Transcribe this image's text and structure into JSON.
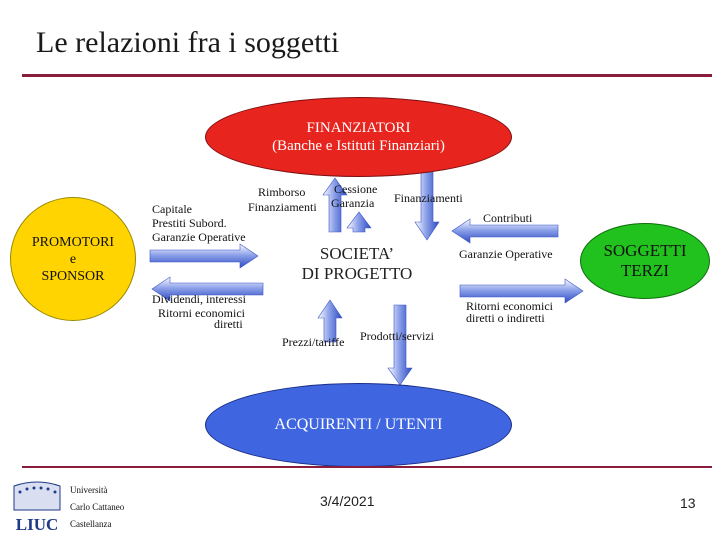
{
  "header": {
    "title": "Le relazioni fra i soggetti"
  },
  "nodes": {
    "finanziatori": {
      "line1": "FINANZIATORI",
      "line2": "(Banche e Istituti Finanziari)"
    },
    "promotori": {
      "line1": "PROMOTORI",
      "line2": "e",
      "line3": "SPONSOR"
    },
    "soggetti_terzi": {
      "line1": "SOGGETTI",
      "line2": "TERZI"
    },
    "acquirenti": {
      "label": "ACQUIRENTI / UTENTI"
    },
    "spv": {
      "line1": "SOCIETA’",
      "line2": "DI PROGETTO"
    }
  },
  "labels": {
    "rimborso": "Rimborso",
    "finanziamenti_left": "Finanziamenti",
    "cessione": "Cessione",
    "garanzia": "Garanzia",
    "finanziamenti_right": "Finanziamenti",
    "capitale": "Capitale",
    "prestiti": "Prestiti Subord.",
    "garanzie_operative_left": "Garanzie Operative",
    "dividendi": "Dividendi, interessi",
    "ritorni_left_1": "Ritorni economici",
    "ritorni_left_2": "diretti",
    "contributi": "Contributi",
    "garanzie_operative_right": "Garanzie Operative",
    "ritorni_right_1": "Ritorni economici",
    "ritorni_right_2": "diretti o indiretti",
    "prezzi": "Prezzi/tariffe",
    "prodotti": "Prodotti/servizi"
  },
  "footer": {
    "university_line1": "Università",
    "university_line2": "Carlo Cattaneo",
    "university_line3": "Castellanza",
    "logo_text": "LIUC",
    "date": "3/4/2021",
    "page": "13"
  },
  "colors": {
    "rule": "#8a1c3c",
    "red_node": "#e8241e",
    "green_node": "#22c21e",
    "blue_node": "#3f66e0",
    "arrow_blue": "#3a55c8"
  }
}
